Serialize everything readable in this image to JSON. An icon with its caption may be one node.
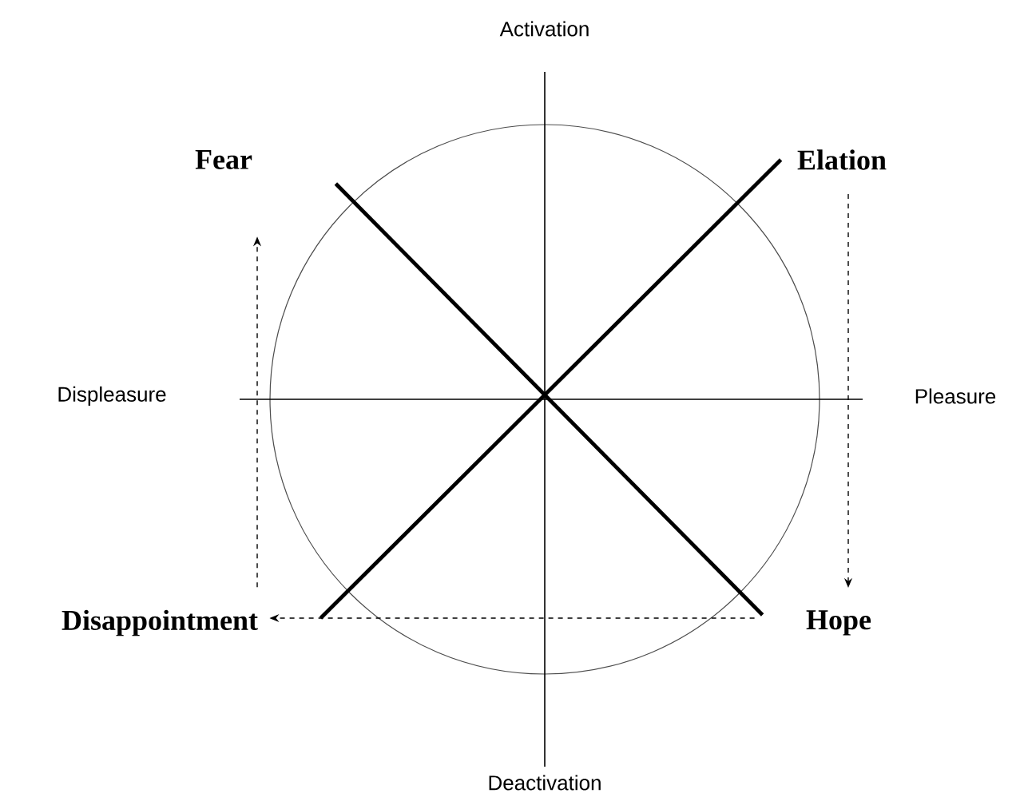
{
  "diagram": {
    "nodes": [
      {
        "text": [
          "Fear"
        ]
      },
      {
        "text": [
          "Elation"
        ]
      },
      {
        "text": [
          "Disappointment"
        ]
      },
      {
        "text": [
          "Hope"
        ]
      }
    ],
    "edges": [
      {
        "from": 2,
        "to": 0,
        "arrow": "to",
        "style": "dashed"
      },
      {
        "from": 1,
        "to": 3,
        "arrow": "to",
        "style": "dashed"
      },
      {
        "from": 3,
        "to": 2,
        "arrow": "to",
        "style": "dashed"
      },
      {
        "from": 0,
        "to": 3,
        "arrow": "none",
        "style": "thick"
      },
      {
        "from": 2,
        "to": 1,
        "arrow": "none",
        "style": "thick"
      }
    ],
    "labels": [
      "Activation",
      "Displeasure",
      "Pleasure",
      "Deactivation"
    ]
  }
}
